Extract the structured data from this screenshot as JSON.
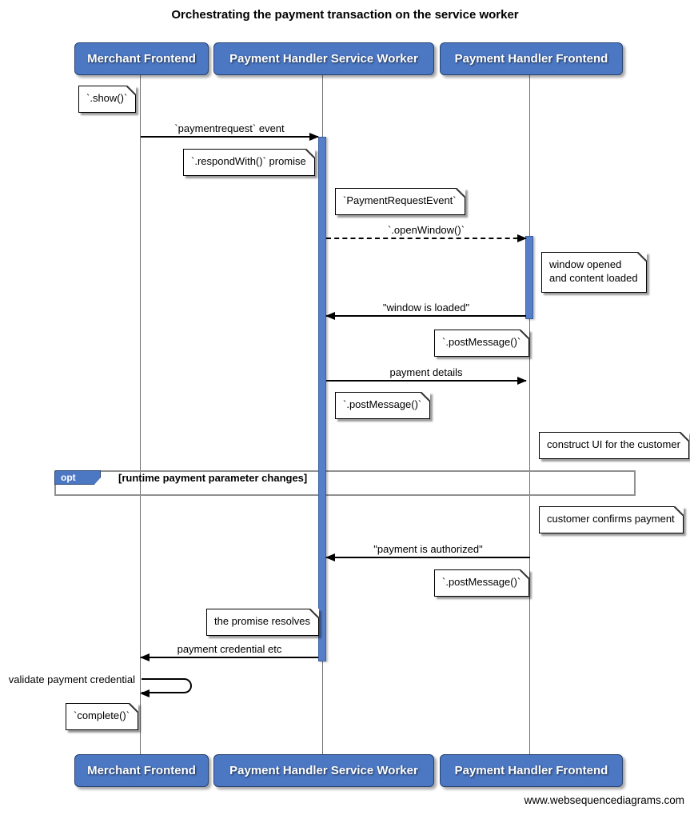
{
  "title": "Orchestrating the payment transaction on the service worker",
  "footer": "www.websequencediagrams.com",
  "colors": {
    "actor_fill": "#4b77c3",
    "actor_border": "#27426e",
    "activation_fill": "#567ec9",
    "activation_border": "#3a61a0",
    "frame_border": "#909090",
    "lifeline": "#707070"
  },
  "actors": [
    {
      "label": "Merchant Frontend"
    },
    {
      "label": "Payment Handler Service Worker"
    },
    {
      "label": "Payment Handler Frontend"
    }
  ],
  "fragment": {
    "operator": "opt",
    "guard": "[runtime payment parameter changes]"
  },
  "messages": [
    {
      "label": "`paymentrequest` event",
      "from": "Merchant Frontend",
      "to": "Payment Handler Service Worker",
      "line": "solid"
    },
    {
      "label": "`.openWindow()`",
      "from": "Payment Handler Service Worker",
      "to": "Payment Handler Frontend",
      "line": "dashed"
    },
    {
      "label": "\"window is loaded\"",
      "from": "Payment Handler Frontend",
      "to": "Payment Handler Service Worker",
      "line": "solid"
    },
    {
      "label": "payment details",
      "from": "Payment Handler Service Worker",
      "to": "Payment Handler Frontend",
      "line": "solid"
    },
    {
      "label": "\"payment is authorized\"",
      "from": "Payment Handler Frontend",
      "to": "Payment Handler Service Worker",
      "line": "solid"
    },
    {
      "label": "payment credential etc",
      "from": "Payment Handler Service Worker",
      "to": "Merchant Frontend",
      "line": "solid"
    },
    {
      "label": "validate payment credential",
      "from": "Merchant Frontend",
      "to": "Merchant Frontend",
      "line": "solid-self"
    }
  ],
  "notes": [
    {
      "text": "`.show()`"
    },
    {
      "text": "`.respondWith()` promise"
    },
    {
      "text": "`PaymentRequestEvent`"
    },
    {
      "text": "window opened\nand content loaded"
    },
    {
      "text": "`.postMessage()`"
    },
    {
      "text": "`.postMessage()`"
    },
    {
      "text": "construct UI for the customer"
    },
    {
      "text": "customer confirms payment"
    },
    {
      "text": "`.postMessage()`"
    },
    {
      "text": "the promise resolves"
    },
    {
      "text": "`complete()`"
    }
  ]
}
